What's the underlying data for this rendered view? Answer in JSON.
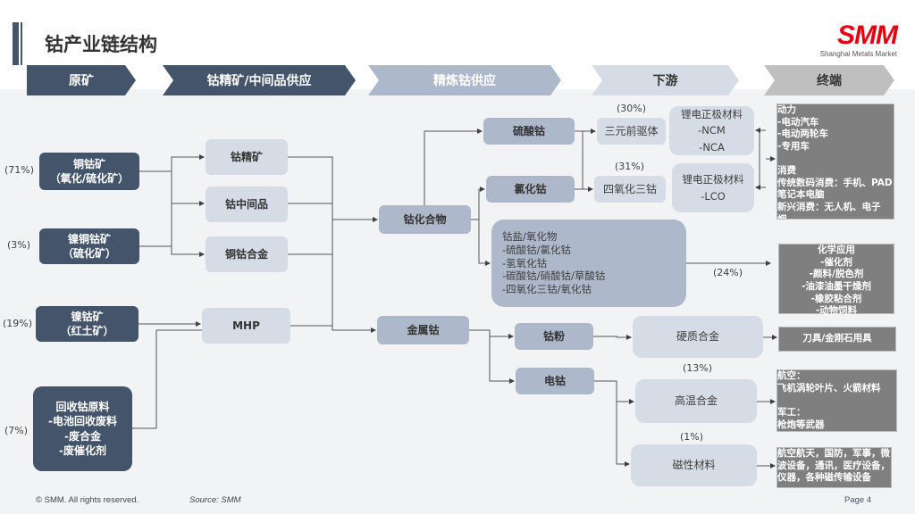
{
  "title": "钴产业链结构",
  "logo": {
    "brand": "SMM",
    "subtitle": "Shanghai Metals Market"
  },
  "stages": [
    "原矿",
    "钴精矿/中间品供应",
    "精炼钴供应",
    "下游",
    "终端"
  ],
  "raw": [
    {
      "label": "铜钴矿\n（氧化/硫化矿）",
      "pct": "(71%)"
    },
    {
      "label": "镍铜钴矿\n（硫化矿）",
      "pct": "(3%)"
    },
    {
      "label": "镍钴矿\n（红土矿）",
      "pct": "(19%)"
    },
    {
      "label": "回收钴原料\n-电池回收废料\n-废合金\n-废催化剂",
      "pct": "(7%)"
    }
  ],
  "intermediate": [
    "钴精矿",
    "钴中间品",
    "铜钴合金",
    "MHP"
  ],
  "refined": [
    "钴化合物",
    "金属钴"
  ],
  "compounds": [
    "硫酸钴",
    "氯化钴"
  ],
  "salts_box": "钴盐/氧化物\n-硫酸钴/氯化钴\n-氢氧化钴\n-碳酸钴/硝酸钴/草酸钴\n-四氧化三钴/氧化钴",
  "metal_forms": [
    "钴粉",
    "电钴"
  ],
  "downstream": {
    "precursor": {
      "label": "三元前驱体",
      "pct": "(30%)"
    },
    "co3o4": {
      "label": "四氧化三钴",
      "pct": "(31%)"
    },
    "ncm": "锂电正极材料\n-NCM\n-NCA",
    "lco": "锂电正极材料\n-LCO",
    "chem_pct": "(24%)",
    "hard": "硬质合金",
    "superalloy": {
      "label": "高温合金",
      "pct": "(13%)"
    },
    "magnetic": {
      "label": "磁性材料",
      "pct": "(1%)"
    }
  },
  "terminal": {
    "battery": "动力\n-电动汽车\n-电动两轮车\n-专用车\n\n消费\n传统数码消费：手机、PAD\n笔记本电脑\n新兴消费：无人机、电子烟、\n电动工具",
    "chem": "化学应用\n-催化剂\n-颜料/脱色剂\n-油漆油墨干燥剂\n-橡胶粘合剂\n-动物饲料",
    "tools": "刀具/金刚石用具",
    "aero": "航空：\n飞机涡轮叶片、火箭材料\n\n军工：\n枪炮等武器",
    "magnetic": "航空航天，国防，军事，微波设备，通讯，医疗设备，仪器，各种磁传输设备"
  },
  "footer": {
    "copyright": "© SMM. All rights reserved.",
    "source": "Source: SMM",
    "page": "Page 4"
  },
  "colors": {
    "dark": "#44546a",
    "light": "#d6dce5",
    "mid": "#adb9ca",
    "terminal": "#7f7f7f",
    "brand": "#e60012"
  }
}
